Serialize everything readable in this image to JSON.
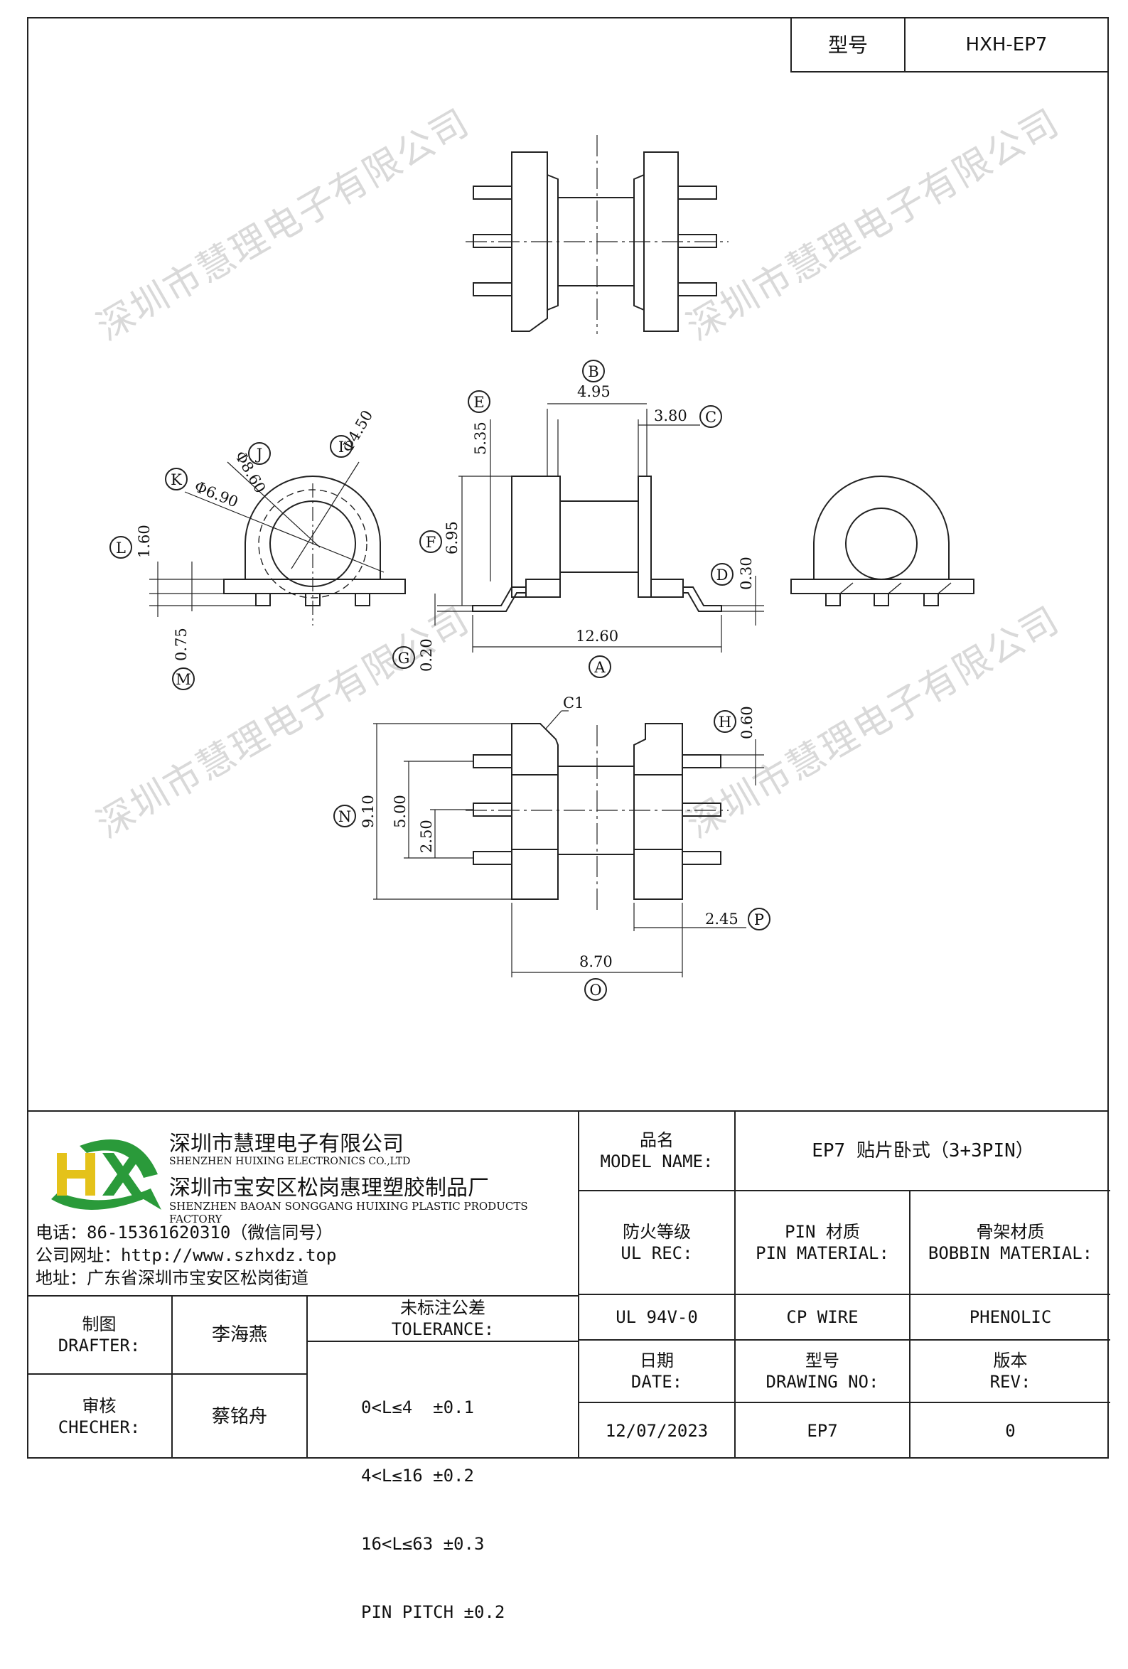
{
  "model_box": {
    "label": "型号",
    "value": "HXH-EP7"
  },
  "watermark": "深圳市慧理电子有限公司",
  "company": {
    "logo_letters": "HX",
    "name_cn": "深圳市慧理电子有限公司",
    "name_en": "SHENZHEN HUIXING ELECTRONICS CO.,LTD",
    "factory_cn": "深圳市宝安区松岗惠理塑胶制品厂",
    "factory_en": "SHENZHEN BAOAN SONGGANG HUIXING PLASTIC PRODUCTS FACTORY",
    "phone": "电话：86-15361620310（微信同号）",
    "website": "公司网址：http://www.szhxdz.top",
    "address": "地址：广东省深圳市宝安区松岗街道"
  },
  "title_block": {
    "model_name_cn": "品名",
    "model_name_en": "MODEL NAME:",
    "model_name_value": "EP7 贴片卧式（3+3PIN）",
    "fire_cn": "防火等级",
    "fire_en": "UL REC:",
    "pin_mat_cn": "PIN 材质",
    "pin_mat_en": "PIN MATERIAL:",
    "bobbin_mat_cn": "骨架材质",
    "bobbin_mat_en": "BOBBIN MATERIAL:",
    "fire_value": "UL 94V-0",
    "pin_mat_value": "CP WIRE",
    "bobbin_mat_value": "PHENOLIC",
    "drafter_cn": "制图",
    "drafter_en": "DRAFTER:",
    "drafter_value": "李海燕",
    "checker_cn": "审核",
    "checker_en": "CHECHER:",
    "checker_value": "蔡铭舟",
    "tolerance_cn": "未标注公差",
    "tolerance_en": "TOLERANCE:",
    "tolerance_lines": [
      "0<L≤4  ±0.1",
      "4<L≤16 ±0.2",
      "16<L≤63 ±0.3",
      "PIN PITCH ±0.2"
    ],
    "date_cn": "日期",
    "date_en": "DATE:",
    "drawing_no_cn": "型号",
    "drawing_no_en": "DRAWING NO:",
    "rev_cn": "版本",
    "rev_en": "REV:",
    "date_value": "12/07/2023",
    "drawing_no_value": "EP7",
    "rev_value": "0"
  },
  "dimensions": {
    "A": {
      "label": "A",
      "value": "12.60"
    },
    "B": {
      "label": "B",
      "value": "4.95"
    },
    "C": {
      "label": "C",
      "value": "3.80"
    },
    "D": {
      "label": "D",
      "value": "0.30"
    },
    "E": {
      "label": "E",
      "value": "5.35"
    },
    "F": {
      "label": "F",
      "value": "6.95"
    },
    "G": {
      "label": "G",
      "value": "0.20"
    },
    "H": {
      "label": "H",
      "value": "0.60"
    },
    "I": {
      "label": "I",
      "value": "Φ4.50"
    },
    "J": {
      "label": "J",
      "value": "Φ8.60"
    },
    "K": {
      "label": "K",
      "value": "Φ6.90"
    },
    "L": {
      "label": "L",
      "value": "1.60"
    },
    "M": {
      "label": "M",
      "value": "0.75"
    },
    "N": {
      "label": "N",
      "value": "9.10"
    },
    "N2": {
      "value": "5.00"
    },
    "N3": {
      "value": "2.50"
    },
    "O": {
      "label": "O",
      "value": "8.70"
    },
    "P": {
      "label": "P",
      "value": "2.45"
    },
    "chamfer": "C1"
  }
}
